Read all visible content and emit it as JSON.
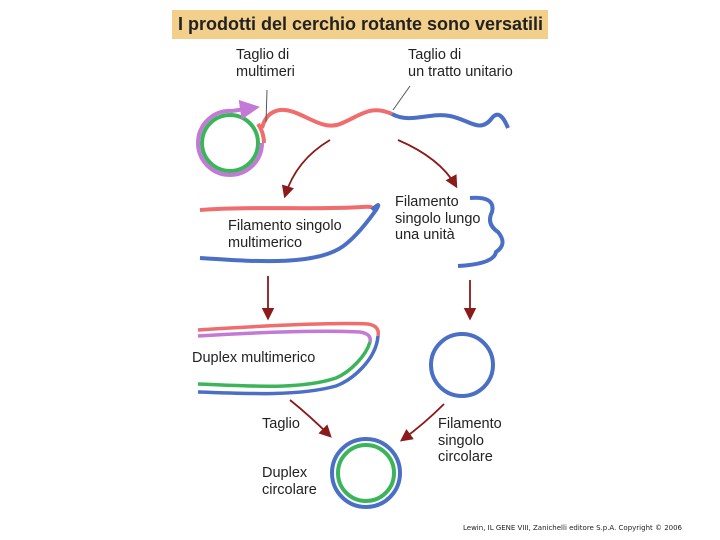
{
  "title": "I prodotti del cerchio rotante sono versatili",
  "labels": {
    "nick_multimers": [
      "Taglio di",
      "multimeri"
    ],
    "nick_unit": [
      "Taglio di",
      "un tratto unitario"
    ],
    "single_multimeric": [
      "Filamento singolo",
      "multimerico"
    ],
    "single_unit": [
      "Filamento",
      "singolo lungo",
      "una unità"
    ],
    "duplex_multimeric": [
      "Duplex multimerico"
    ],
    "cut": [
      "Taglio"
    ],
    "single_circular": [
      "Filamento",
      "singolo",
      "circolare"
    ],
    "duplex_circular": [
      "Duplex",
      "circolare"
    ]
  },
  "colors": {
    "template_green": "#3cb55a",
    "rolling_purple": "#c27ad6",
    "new_red": "#ef6d6d",
    "unit_blue": "#4a6fc4",
    "arrow": "#8b1a1a",
    "banner": "#f2cf8a"
  },
  "copyright": "Lewin, IL GENE VIII, Zanichelli editore S.p.A. Copyright © 2006"
}
